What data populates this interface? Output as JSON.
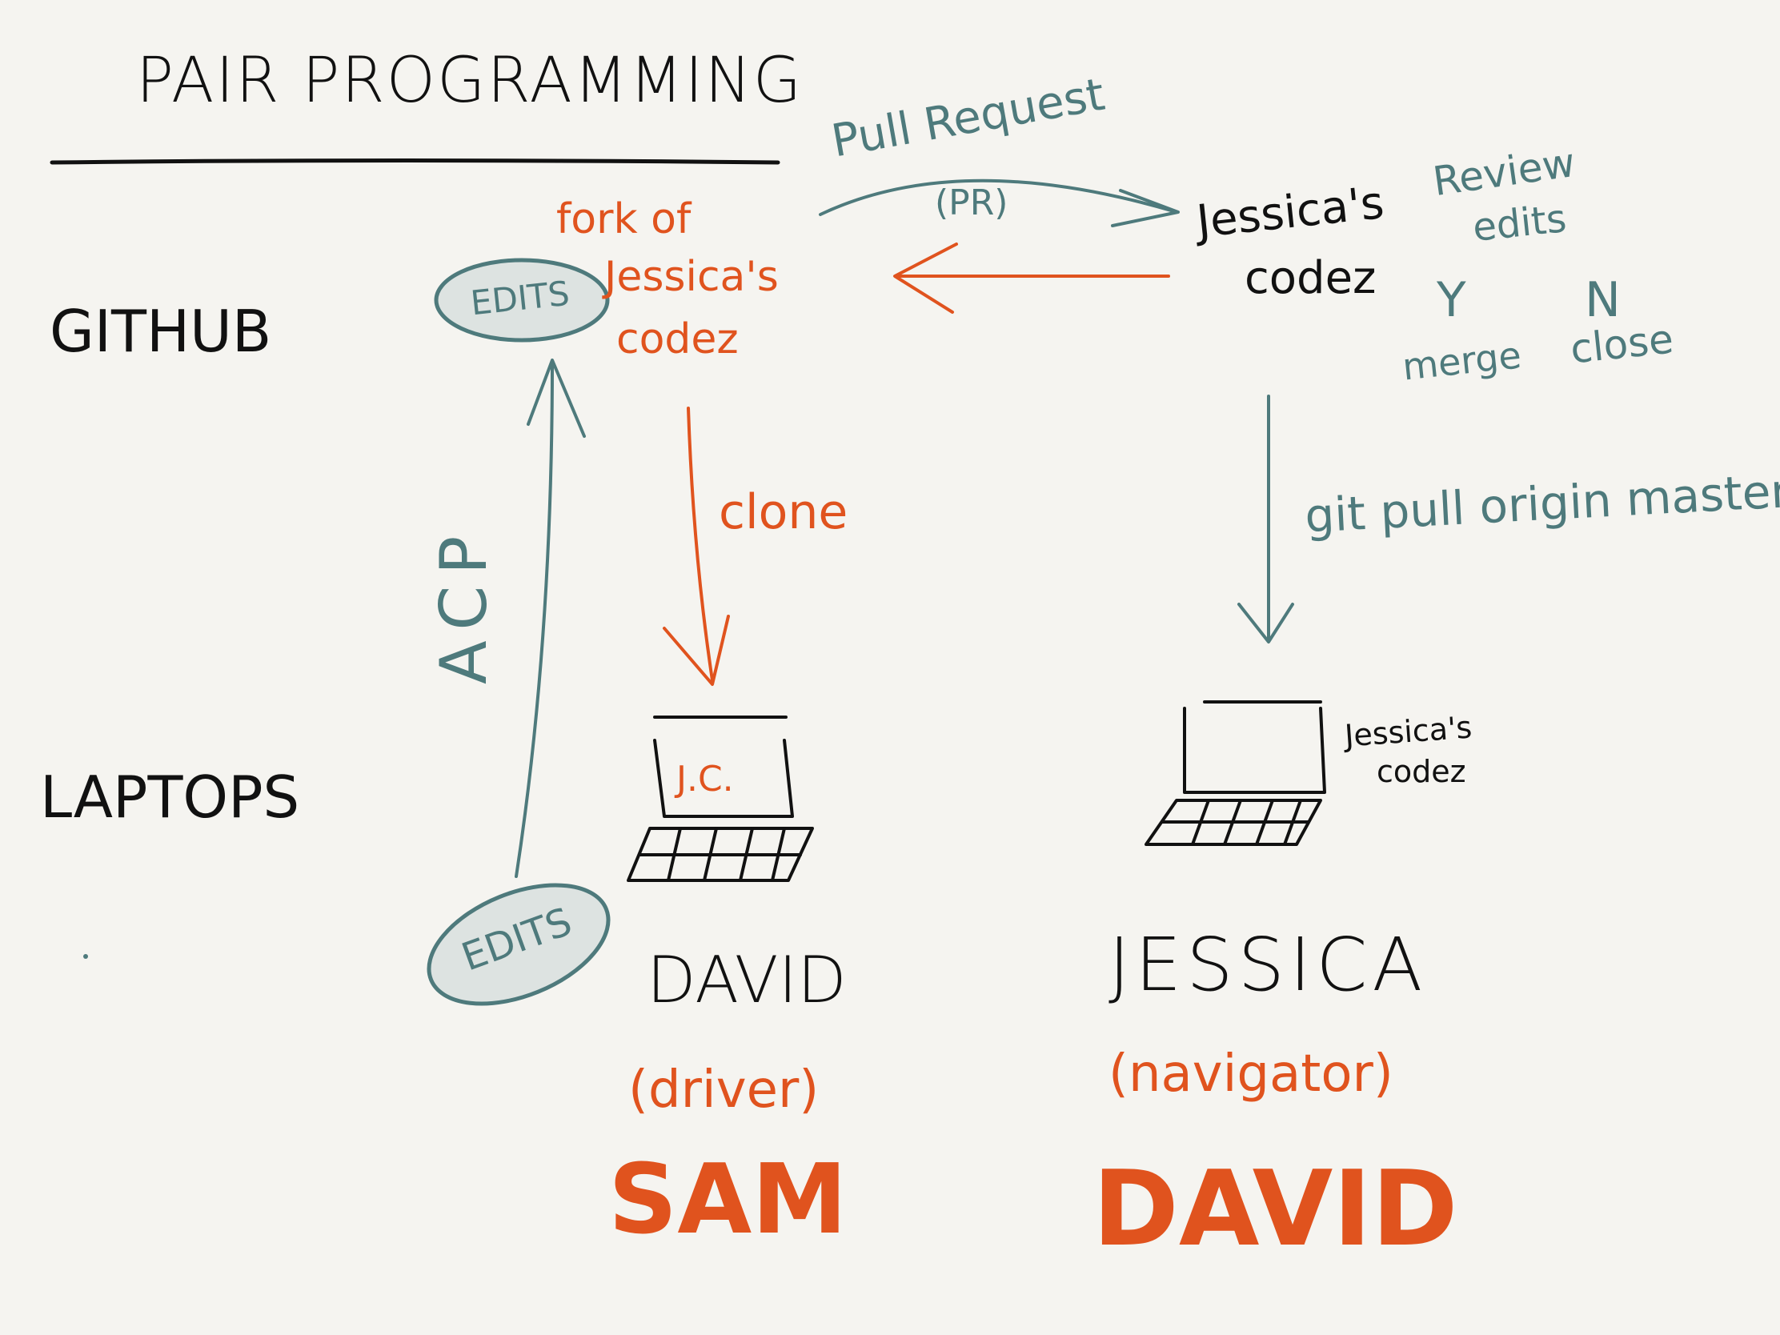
{
  "title": "PAIR PROGRAMMING",
  "rows": {
    "github": "GITHUB",
    "laptops": "LAPTOPS"
  },
  "pull_request": {
    "label": "Pull Request",
    "abbr": "(PR)"
  },
  "fork": {
    "line1": "fork of",
    "line2": "Jessica's",
    "line3": "codez"
  },
  "edits_top": "EDITS",
  "edits_bottom": "EDITS",
  "acp": "ACP",
  "clone": "clone",
  "jessica_remote": {
    "line1": "Jessica's",
    "line2": "codez"
  },
  "review": {
    "line1": "Review",
    "line2": "edits",
    "yes": "Y",
    "no": "N",
    "merge": "merge",
    "close": "close"
  },
  "git_pull": "git pull origin master",
  "laptop_left_screen": "J.C.",
  "laptop_right_label": {
    "line1": "Jessica's",
    "line2": "codez"
  },
  "people": {
    "left": {
      "name": "DAVID",
      "role": "(driver)",
      "replacement": "SAM"
    },
    "right": {
      "name": "JESSICA",
      "role": "(navigator)",
      "replacement": "DAVID"
    }
  },
  "colors": {
    "ink": "#111111",
    "teal": "#4e7a7c",
    "orange": "#e0531e",
    "ellipse_fill": "#dde3e1",
    "background": "#f5f4f0"
  }
}
